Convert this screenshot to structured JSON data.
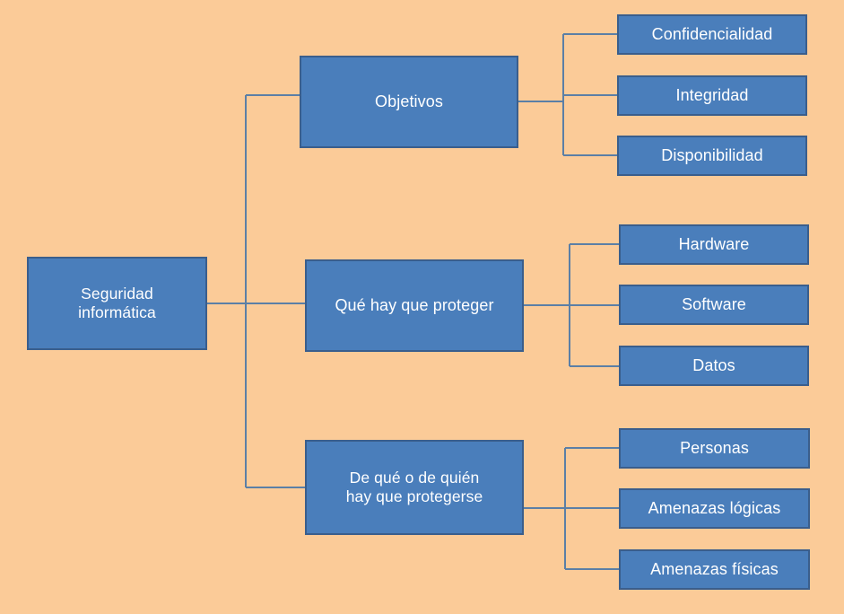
{
  "diagram": {
    "title": "Seguridad informática",
    "background_color": "#FBCB98",
    "node_fill_color": "#4a7ebb",
    "node_border_color": "#3a5e8c",
    "node_text_color": "#ffffff",
    "connector_color": "#5b7fa6",
    "type": "tree",
    "orientation": "left-to-right"
  },
  "root": {
    "label": "Seguridad\ninformática"
  },
  "branches": [
    {
      "label": "Objetivos",
      "children": [
        {
          "label": "Confidencialidad"
        },
        {
          "label": "Integridad"
        },
        {
          "label": "Disponibilidad"
        }
      ]
    },
    {
      "label": "Qué hay que proteger",
      "children": [
        {
          "label": "Hardware"
        },
        {
          "label": "Software"
        },
        {
          "label": "Datos"
        }
      ]
    },
    {
      "label": "De qué o de quién\nhay que protegerse",
      "children": [
        {
          "label": "Personas"
        },
        {
          "label": "Amenazas lógicas"
        },
        {
          "label": "Amenazas físicas"
        }
      ]
    }
  ]
}
